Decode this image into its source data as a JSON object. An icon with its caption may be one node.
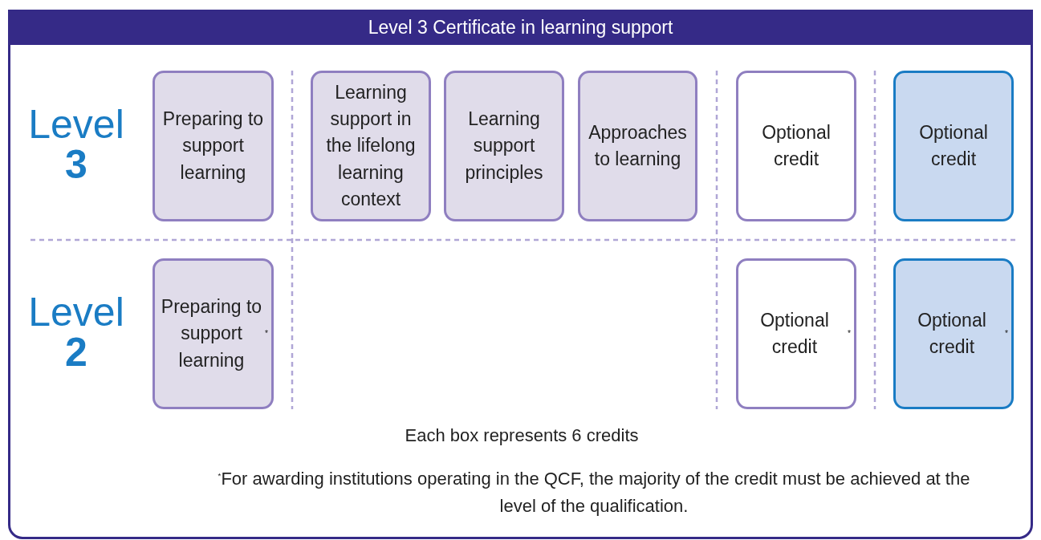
{
  "diagram": {
    "title": "Level 3 Certificate in learning support",
    "nodes": [
      {
        "text": [
          "Preparing to support learning"
        ]
      },
      {
        "text": [
          "Learning support in the lifelong learning context"
        ]
      },
      {
        "text": [
          "Learning support principles"
        ]
      },
      {
        "text": [
          "Approaches to learning"
        ]
      },
      {
        "text": [
          "Optional credit"
        ]
      },
      {
        "text": [
          "Optional credit"
        ]
      },
      {
        "text": [
          "Preparing to support learning$^{*}$"
        ]
      },
      {
        "text": [
          "Optional credit$^{*}$"
        ]
      },
      {
        "text": [
          "Optional credit$^{*}$"
        ]
      }
    ],
    "labels": [
      "Level **3**",
      "Level **2**",
      "Each box represents 6 credits",
      "$^{*}$For awarding institutions operating in the QCF, the majority of the credit must be achieved at the level of the qualification."
    ]
  }
}
